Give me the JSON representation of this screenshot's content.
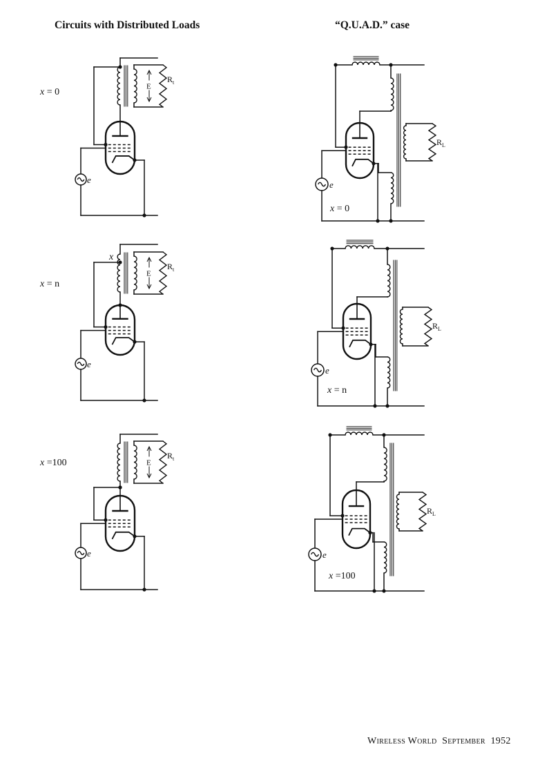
{
  "headings": {
    "left": "Circuits with Distributed Loads",
    "right": "“Q.U.A.D.” case"
  },
  "left_circuits": [
    {
      "x_var": "x",
      "x_value": "= 0",
      "tap_label": "",
      "e_label": "E",
      "load_label": "Rt",
      "source_label": "e"
    },
    {
      "x_var": "x",
      "x_value": "= n",
      "tap_label": "x",
      "e_label": "E",
      "load_label": "Rt",
      "source_label": "e"
    },
    {
      "x_var": "x",
      "x_value": "=100",
      "tap_label": "",
      "e_label": "E",
      "load_label": "Rt",
      "source_label": "e"
    }
  ],
  "right_circuits": [
    {
      "x_var": "x",
      "x_value": "= 0",
      "load_label": "RL",
      "source_label": "e"
    },
    {
      "x_var": "x",
      "x_value": "= n",
      "load_label": "RL",
      "source_label": "e"
    },
    {
      "x_var": "x",
      "x_value": "=100",
      "load_label": "RL",
      "source_label": "e"
    }
  ],
  "footer": {
    "publication": "Wireless World",
    "month": "September",
    "year": "1952"
  }
}
